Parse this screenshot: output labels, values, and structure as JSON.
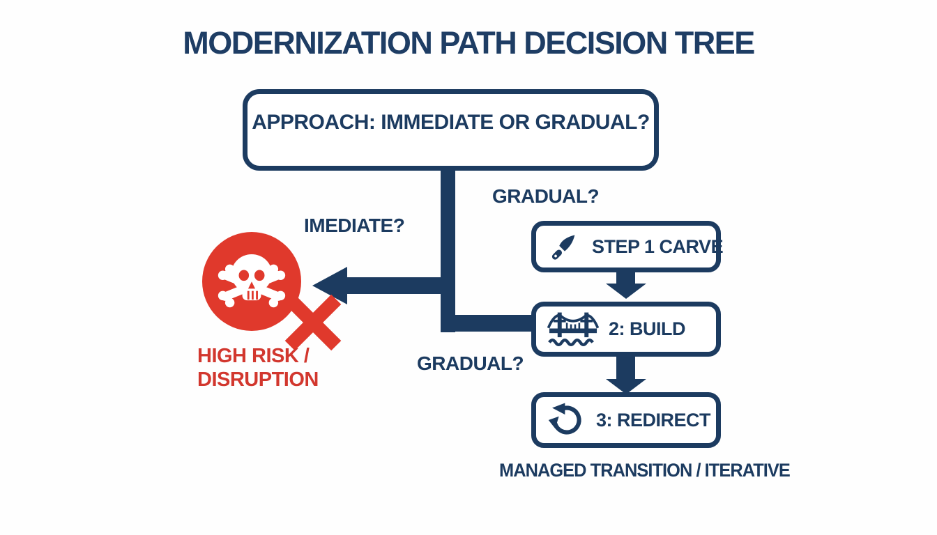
{
  "title": "MODERNIZATION PATH DECISION TREE",
  "colors": {
    "navy": "#1c3b60",
    "red": "#e0392c",
    "red_text": "#d2372e",
    "background": "#ffffff"
  },
  "root": {
    "question": "APPROACH: IMMEDIATE OR GRADUAL?"
  },
  "branches": {
    "immediate": {
      "label": "IMEDIATE?",
      "icon": "skull-crossbones-icon",
      "rejection_icon": "red-x-icon",
      "outcome_line1": "HIGH RISK /",
      "outcome_line2": "DISRUPTION"
    },
    "gradual": {
      "label_top": "GRADUAL?",
      "label_mid": "GRADUAL?",
      "steps": [
        {
          "label": "STEP 1 CARVE",
          "icon": "knife-icon"
        },
        {
          "label": "2: BUILD",
          "icon": "bridge-icon"
        },
        {
          "label": "3: REDIRECT",
          "icon": "redo-arrow-icon"
        }
      ],
      "outcome": "MANAGED TRANSITION / ITERATIVE"
    }
  }
}
